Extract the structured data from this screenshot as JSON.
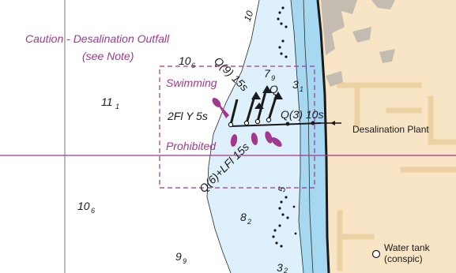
{
  "colors": {
    "deep_water": "#ffffff",
    "shallow_water": "#ddf0fb",
    "very_shallow": "#a6d8f1",
    "land": "#f7e5c5",
    "magenta": "#a3368f",
    "road": "#ecd1a2",
    "dark": "#1a1a1a"
  },
  "annotations": {
    "caution_line1": "Caution - Desalination Outfall",
    "caution_line2": "(see Note)",
    "swimming": "Swimming",
    "prohibited": "Prohibited"
  },
  "lights": {
    "q9": "Q(9) 15s",
    "q": "Q",
    "fl_y": "2Fl Y 5s",
    "q3": "Q(3) 10s",
    "q6": "Q(6)+LFl 15s"
  },
  "landmarks": {
    "desalination_plant": "Desalination Plant",
    "water_tank_line1": "Water tank",
    "water_tank_line2": "(conspic)"
  },
  "depth_contours": {
    "c10": "10",
    "c5": "5"
  },
  "soundings": [
    {
      "main": "10",
      "sub": "6",
      "id": "top"
    },
    {
      "main": "7",
      "sub": "9",
      "id": "near-buoys"
    },
    {
      "main": "3",
      "sub": "1",
      "id": "nearshore"
    },
    {
      "main": "11",
      "sub": "1",
      "id": "offshore"
    },
    {
      "main": "10",
      "sub": "6",
      "id": "left-lower"
    },
    {
      "main": "8",
      "sub": "2",
      "id": "lower"
    },
    {
      "main": "9",
      "sub": "9",
      "id": "bottom"
    },
    {
      "main": "3",
      "sub": "2",
      "id": "bottom-shore"
    }
  ]
}
